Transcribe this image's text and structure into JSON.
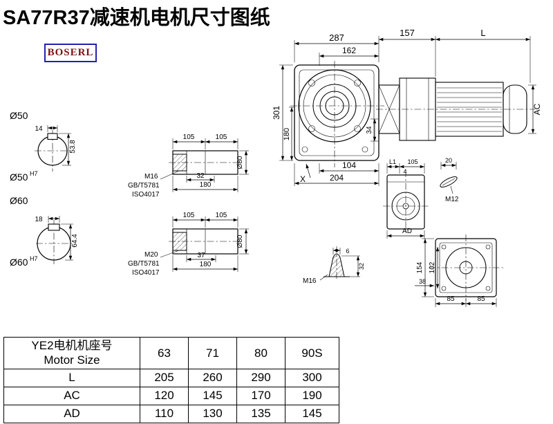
{
  "title": "SA77R37减速机电机尺寸图纸",
  "logo": "BOSERL",
  "main": {
    "d287": "287",
    "d162": "162",
    "d157": "157",
    "dL": "L",
    "d301": "301",
    "d180": "180",
    "d34": "34",
    "dAC": "AC",
    "dX": "X",
    "d104": "104",
    "d204": "204"
  },
  "s50": {
    "label": "Ø50",
    "key_w": "14",
    "depth": "53.8",
    "bore": "Ø50",
    "tol": "H7"
  },
  "s60": {
    "label": "Ø60",
    "key_w": "18",
    "depth": "64.4",
    "bore": "Ø60",
    "tol": "H7"
  },
  "su": {
    "p105a": "105",
    "p105b": "105",
    "thread": "M16",
    "std1": "GB/T5781",
    "std2": "ISO4017",
    "len2": "32",
    "total": "180",
    "dia": "Ø80"
  },
  "sl": {
    "p105a": "105",
    "p105b": "105",
    "thread": "M20",
    "std1": "GB/T5781",
    "std2": "ISO4017",
    "len2": "37",
    "total": "180",
    "dia": "Ø80"
  },
  "sv": {
    "L1": "L1",
    "p105": "105",
    "p4": "4",
    "p20": "20",
    "thread": "M12",
    "AD": "AD"
  },
  "cone": {
    "p6": "6",
    "p32": "32",
    "thread": "M16"
  },
  "mev": {
    "p154": "154",
    "p102": "102",
    "p38": "38",
    "p85a": "85",
    "p85b": "85"
  },
  "table": {
    "header_line1": "YE2电机机座号",
    "header_line2": "Motor Size",
    "columns": [
      "63",
      "71",
      "80",
      "90S"
    ],
    "rows": [
      {
        "label": "L",
        "values": [
          "205",
          "260",
          "290",
          "300"
        ]
      },
      {
        "label": "AC",
        "values": [
          "120",
          "145",
          "170",
          "190"
        ]
      },
      {
        "label": "AD",
        "values": [
          "110",
          "130",
          "135",
          "145"
        ]
      }
    ]
  }
}
